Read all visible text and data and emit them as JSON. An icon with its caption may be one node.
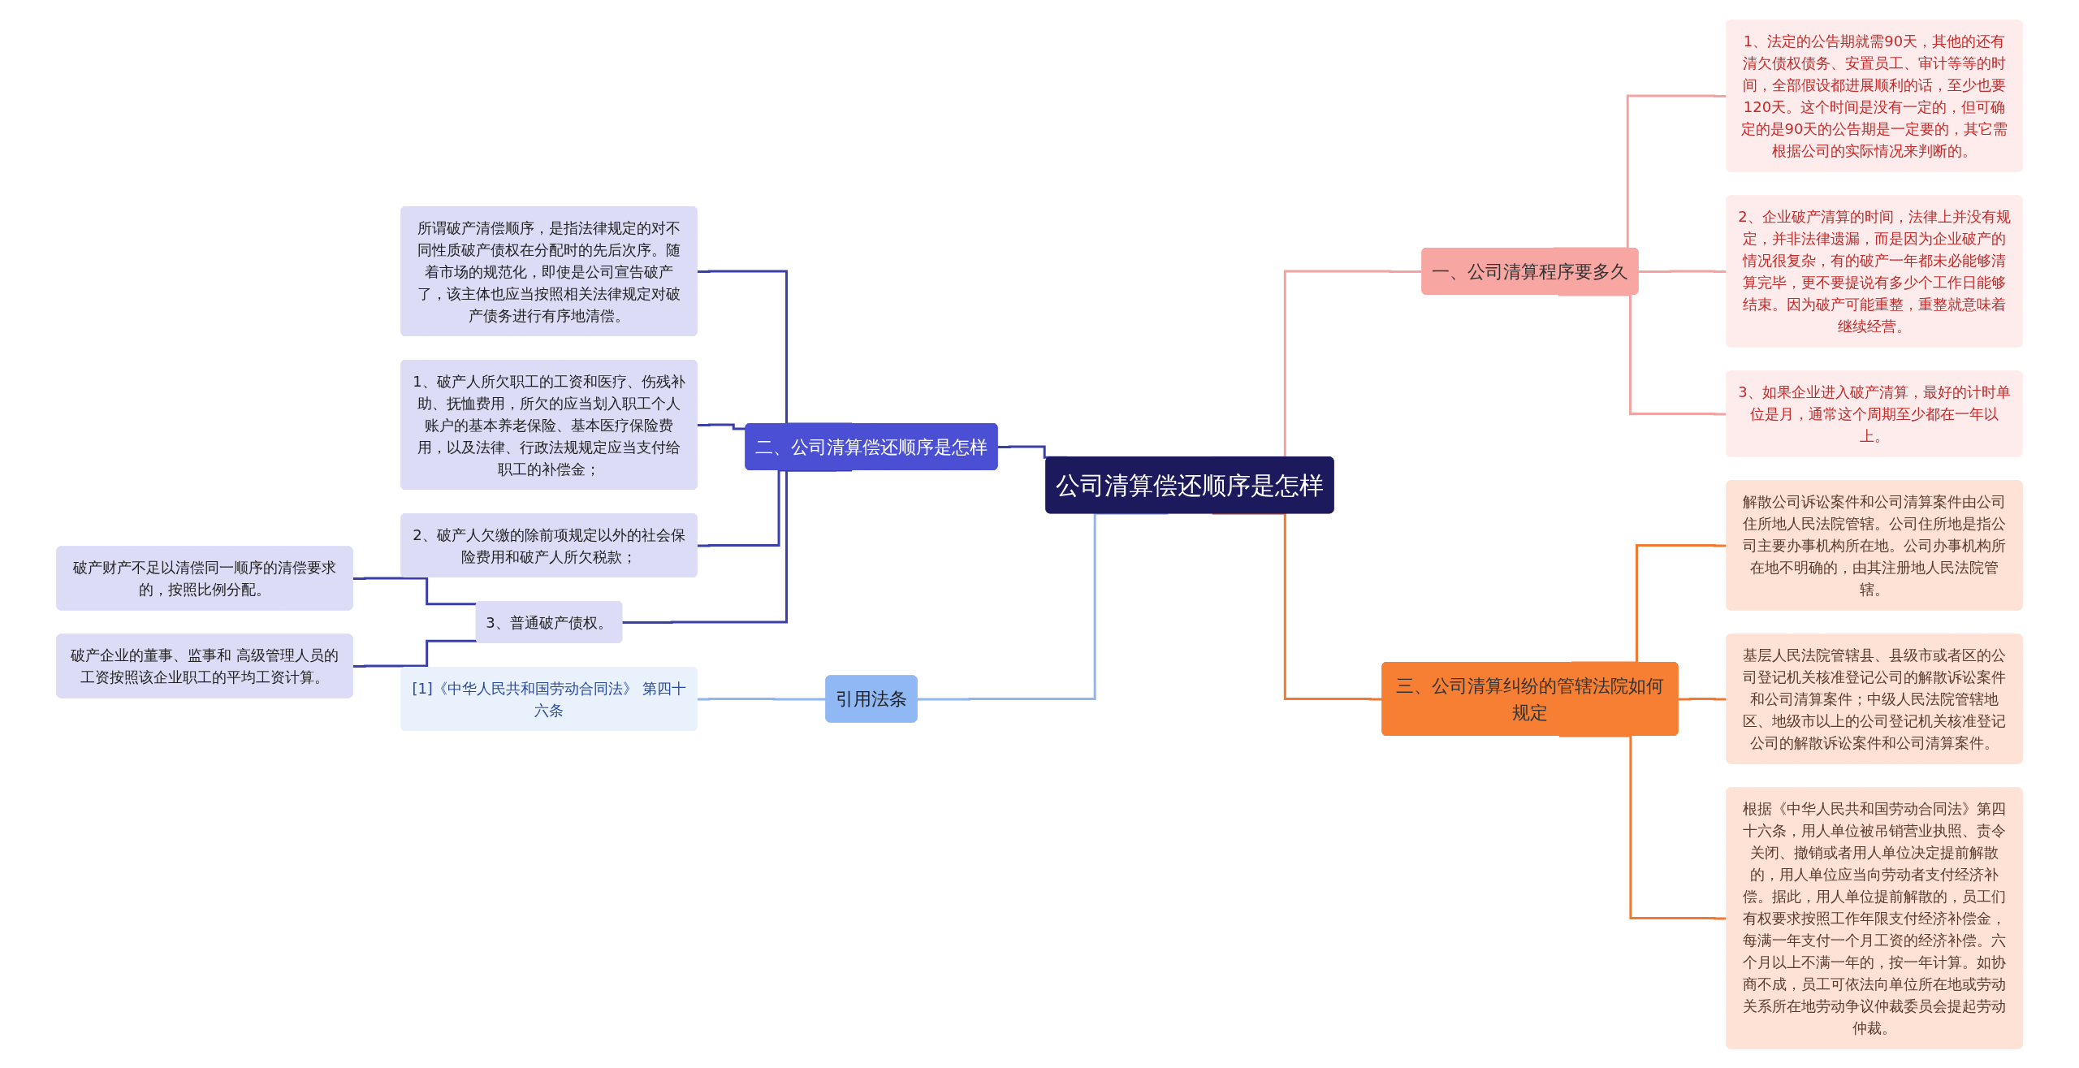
{
  "diagram": {
    "nodes": [
      {
        "text": [
          "公司清算偿还顺序是怎样"
        ]
      },
      {
        "text": [
          "一、公司清算程序要多久"
        ]
      },
      {
        "text": [
          "1、法定的公告期就需90天，其他的还有清欠债权债务、安置员工、审计等等的时间，全部假设都进展顺利的话，至少也要120天。这个时间是没有一定的，但可确定的是90天的公告期是一定要的，其它需根据公司的实际情况来判断的。"
        ]
      },
      {
        "text": [
          "2、企业破产清算的时间，法律上并没有规定，并非法律遗漏，而是因为企业破产的情况很复杂，有的破产一年都未必能够清算完毕，更不要提说有多少个工作日能够结束。因为破产可能重整，重整就意味着继续经营。"
        ]
      },
      {
        "text": [
          "3、如果企业进入破产清算，最好的计时单位是月，通常这个周期至少都在一年以上。"
        ]
      },
      {
        "text": [
          "二、公司清算偿还顺序是怎样"
        ]
      },
      {
        "text": [
          "所谓破产清偿顺序，是指法律规定的对不同性质破产债权在分配时的先后次序。随着市场的规范化，即使是公司宣告破产了，该主体也应当按照相关法律规定对破产债务进行有序地清偿。"
        ]
      },
      {
        "text": [
          "1、破产人所欠职工的工资和医疗、伤残补助、抚恤费用，所欠的应当划入职工个人账户的基本养老保险、基本医疗保险费用，以及法律、行政法规规定应当支付给职工的补偿金；"
        ]
      },
      {
        "text": [
          "2、破产人欠缴的除前项规定以外的社会保险费用和破产人所欠税款；"
        ]
      },
      {
        "text": [
          "3、普通破产债权。"
        ]
      },
      {
        "text": [
          "破产财产不足以清偿同一顺序的清偿要求的，按照比例分配。"
        ]
      },
      {
        "text": [
          "破产企业的董事、监事和 高级管理人员的工资按照该企业职工的平均工资计算。"
        ]
      },
      {
        "text": [
          "三、公司清算纠纷的管辖法院如何规定"
        ]
      },
      {
        "text": [
          "解散公司诉讼案件和公司清算案件由公司住所地人民法院管辖。公司住所地是指公司主要办事机构所在地。公司办事机构所在地不明确的，由其注册地人民法院管辖。"
        ]
      },
      {
        "text": [
          "基层人民法院管辖县、县级市或者区的公司登记机关核准登记公司的解散诉讼案件和公司清算案件；中级人民法院管辖地区、地级市以上的公司登记机关核准登记公司的解散诉讼案件和公司清算案件。"
        ]
      },
      {
        "text": [
          "根据《中华人民共和国劳动合同法》第四十六条，用人单位被吊销营业执照、责令关闭、撤销或者用人单位决定提前解散的，用人单位应当向劳动者支付经济补偿。据此，用人单位提前解散的，员工们有权要求按照工作年限支付经济补偿金，每满一年支付一个月工资的经济补偿。六个月以上不满一年的，按一年计算。如协商不成，员工可依法向单位所在地或劳动关系所在地劳动争议仲裁委员会提起劳动仲裁。"
        ]
      },
      {
        "text": [
          "引用法条"
        ]
      },
      {
        "text": [
          "[1]《中华人民共和国劳动合同法》 第四十六条"
        ]
      }
    ],
    "edges": [
      {
        "from": 0,
        "to": 1,
        "arrow": "none",
        "color": "#f4a3a3"
      },
      {
        "from": 1,
        "to": 2,
        "arrow": "none",
        "color": "#f4a3a3"
      },
      {
        "from": 1,
        "to": 3,
        "arrow": "none",
        "color": "#f4a3a3"
      },
      {
        "from": 1,
        "to": 4,
        "arrow": "none",
        "color": "#f4a3a3"
      },
      {
        "from": 0,
        "to": 5,
        "arrow": "none",
        "color": "#3b3fa8"
      },
      {
        "from": 5,
        "to": 6,
        "arrow": "none",
        "color": "#3b3fa8"
      },
      {
        "from": 5,
        "to": 7,
        "arrow": "none",
        "color": "#3b3fa8"
      },
      {
        "from": 5,
        "to": 8,
        "arrow": "none",
        "color": "#3b3fa8"
      },
      {
        "from": 5,
        "to": 9,
        "arrow": "none",
        "color": "#3b3fa8"
      },
      {
        "from": 9,
        "to": 10,
        "arrow": "none",
        "color": "#3b3fa8"
      },
      {
        "from": 9,
        "to": 11,
        "arrow": "none",
        "color": "#3b3fa8"
      },
      {
        "from": 0,
        "to": 12,
        "arrow": "none",
        "color": "#f07a30"
      },
      {
        "from": 12,
        "to": 13,
        "arrow": "none",
        "color": "#f07a30"
      },
      {
        "from": 12,
        "to": 14,
        "arrow": "none",
        "color": "#f07a30"
      },
      {
        "from": 12,
        "to": 15,
        "arrow": "none",
        "color": "#f07a30"
      },
      {
        "from": 0,
        "to": 16,
        "arrow": "none",
        "color": "#8fb6ee"
      },
      {
        "from": 16,
        "to": 17,
        "arrow": "none",
        "color": "#8fb6ee"
      }
    ]
  }
}
